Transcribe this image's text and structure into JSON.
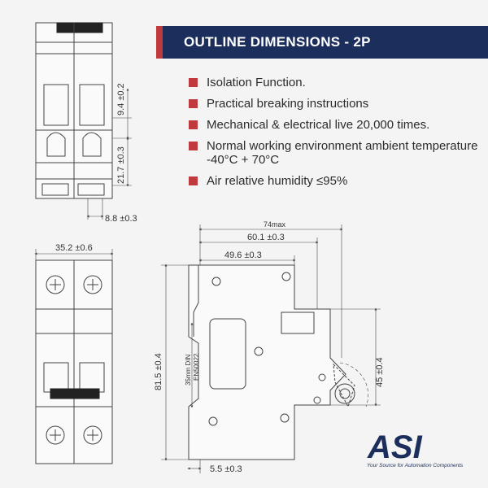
{
  "header": {
    "title": "OUTLINE DIMENSIONS - 2P"
  },
  "features": [
    "Isolation Function.",
    "Practical breaking instructions",
    "Mechanical & electrical live 20,000 times.",
    "Normal working environment ambient temperature -40°C + 70°C",
    "Air relative humidity ≤95%"
  ],
  "dimensions": {
    "top_view": {
      "d1": "9.4 ±0.2",
      "d2": "21.7 ±0.3",
      "d3": "8.8 ±0.3"
    },
    "front_view": {
      "width": "35.2 ±0.6"
    },
    "side_view": {
      "overall": "74max",
      "d601": "60.1 ±0.3",
      "d496": "49.6 ±0.3",
      "height": "81.5 ±0.4",
      "rail_label_1": "35mm DIN",
      "rail_label_2": "EN50022",
      "d45": "45 ±0.4",
      "d55": "5.5 ±0.3"
    }
  },
  "logo": {
    "name": "ASI",
    "tagline": "Your Source for Automation Components"
  },
  "colors": {
    "navy": "#1c2f5c",
    "accent_red": "#c0393c",
    "line": "#444444"
  }
}
